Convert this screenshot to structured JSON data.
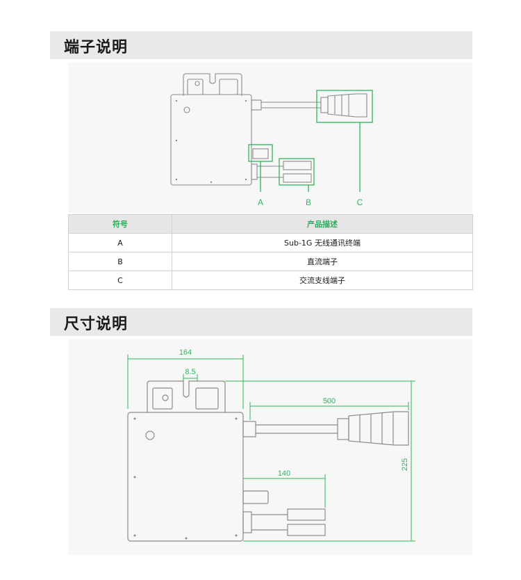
{
  "terminal_section": {
    "title": "端子说明",
    "callouts": [
      "A",
      "B",
      "C"
    ],
    "table": {
      "headers": [
        "符号",
        "产品描述"
      ],
      "rows": [
        {
          "symbol": "A",
          "description": "Sub-1G 无线通讯终端"
        },
        {
          "symbol": "B",
          "description": "直流端子"
        },
        {
          "symbol": "C",
          "description": "交流支线端子"
        }
      ]
    }
  },
  "dimension_section": {
    "title": "尺寸说明",
    "dimensions": {
      "width": "164",
      "offset": "8.5",
      "ac_cable": "500",
      "dc_cable": "140",
      "height": "225"
    }
  },
  "colors": {
    "accent": "#2db55d",
    "header_bg": "#e9e9e9",
    "line_art": "#8a8a8a"
  }
}
